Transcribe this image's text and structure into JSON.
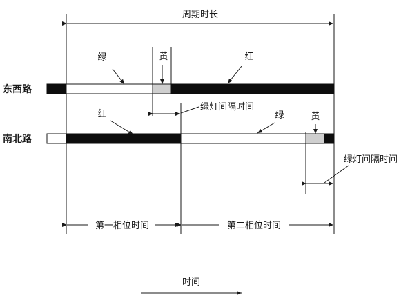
{
  "diagram": {
    "cycle_label": "周期时长",
    "rows": {
      "ew": {
        "label": "东西路",
        "green": "绿",
        "yellow": "黄",
        "red": "红"
      },
      "ns": {
        "label": "南北路",
        "red": "红",
        "green": "绿",
        "yellow": "黄"
      }
    },
    "ew_clearance": "绿灯间隔时间",
    "ns_clearance": "绿灯间隔时间",
    "phase1": "第一相位时间",
    "phase2": "第二相位时间",
    "time_label": "时间"
  },
  "colors": {
    "green": "#ffffff",
    "yellow": "#cfcfcf",
    "red": "#0d0d0d"
  }
}
